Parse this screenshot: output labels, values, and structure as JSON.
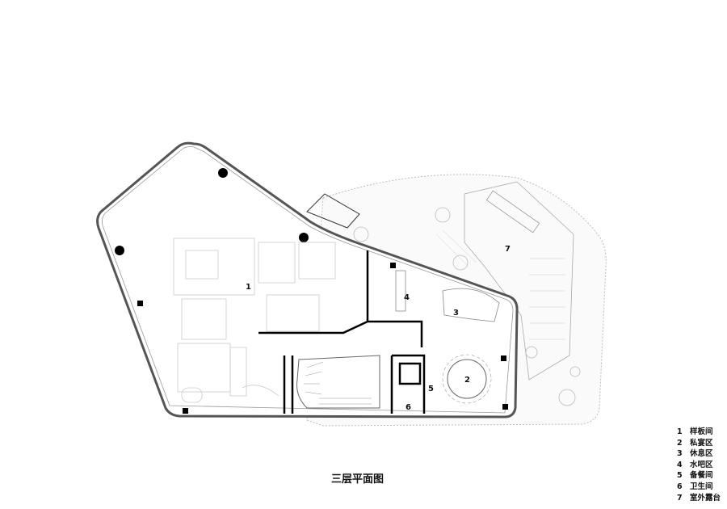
{
  "title": "三层平面图",
  "rooms": [
    {
      "num": "1",
      "name": "样板间"
    },
    {
      "num": "2",
      "name": "私宴区"
    },
    {
      "num": "3",
      "name": "休息区"
    },
    {
      "num": "4",
      "name": "水吧区"
    },
    {
      "num": "5",
      "name": "备餐间"
    },
    {
      "num": "6",
      "name": "卫生间"
    },
    {
      "num": "7",
      "name": "室外露台"
    }
  ]
}
